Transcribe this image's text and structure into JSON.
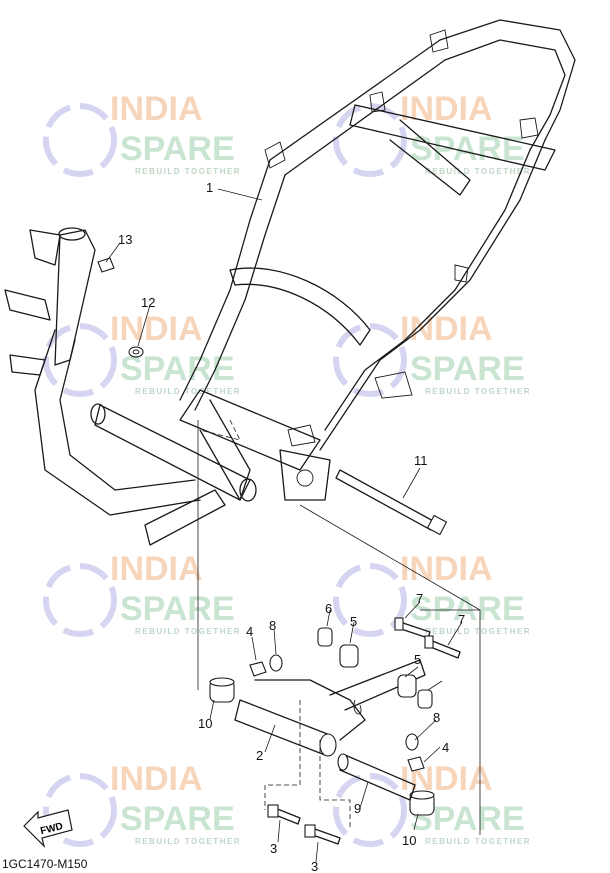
{
  "diagram": {
    "code": "1GC1470-M150",
    "fwd_label": "FWD",
    "callouts": [
      "1",
      "2",
      "3",
      "3",
      "4",
      "4",
      "5",
      "5",
      "6",
      "7",
      "7",
      "8",
      "8",
      "9",
      "10",
      "10",
      "11",
      "12",
      "13"
    ]
  },
  "watermark": {
    "line1": "INDIA",
    "line2": "SPARE",
    "line3": "REBUILD TOGETHER"
  }
}
